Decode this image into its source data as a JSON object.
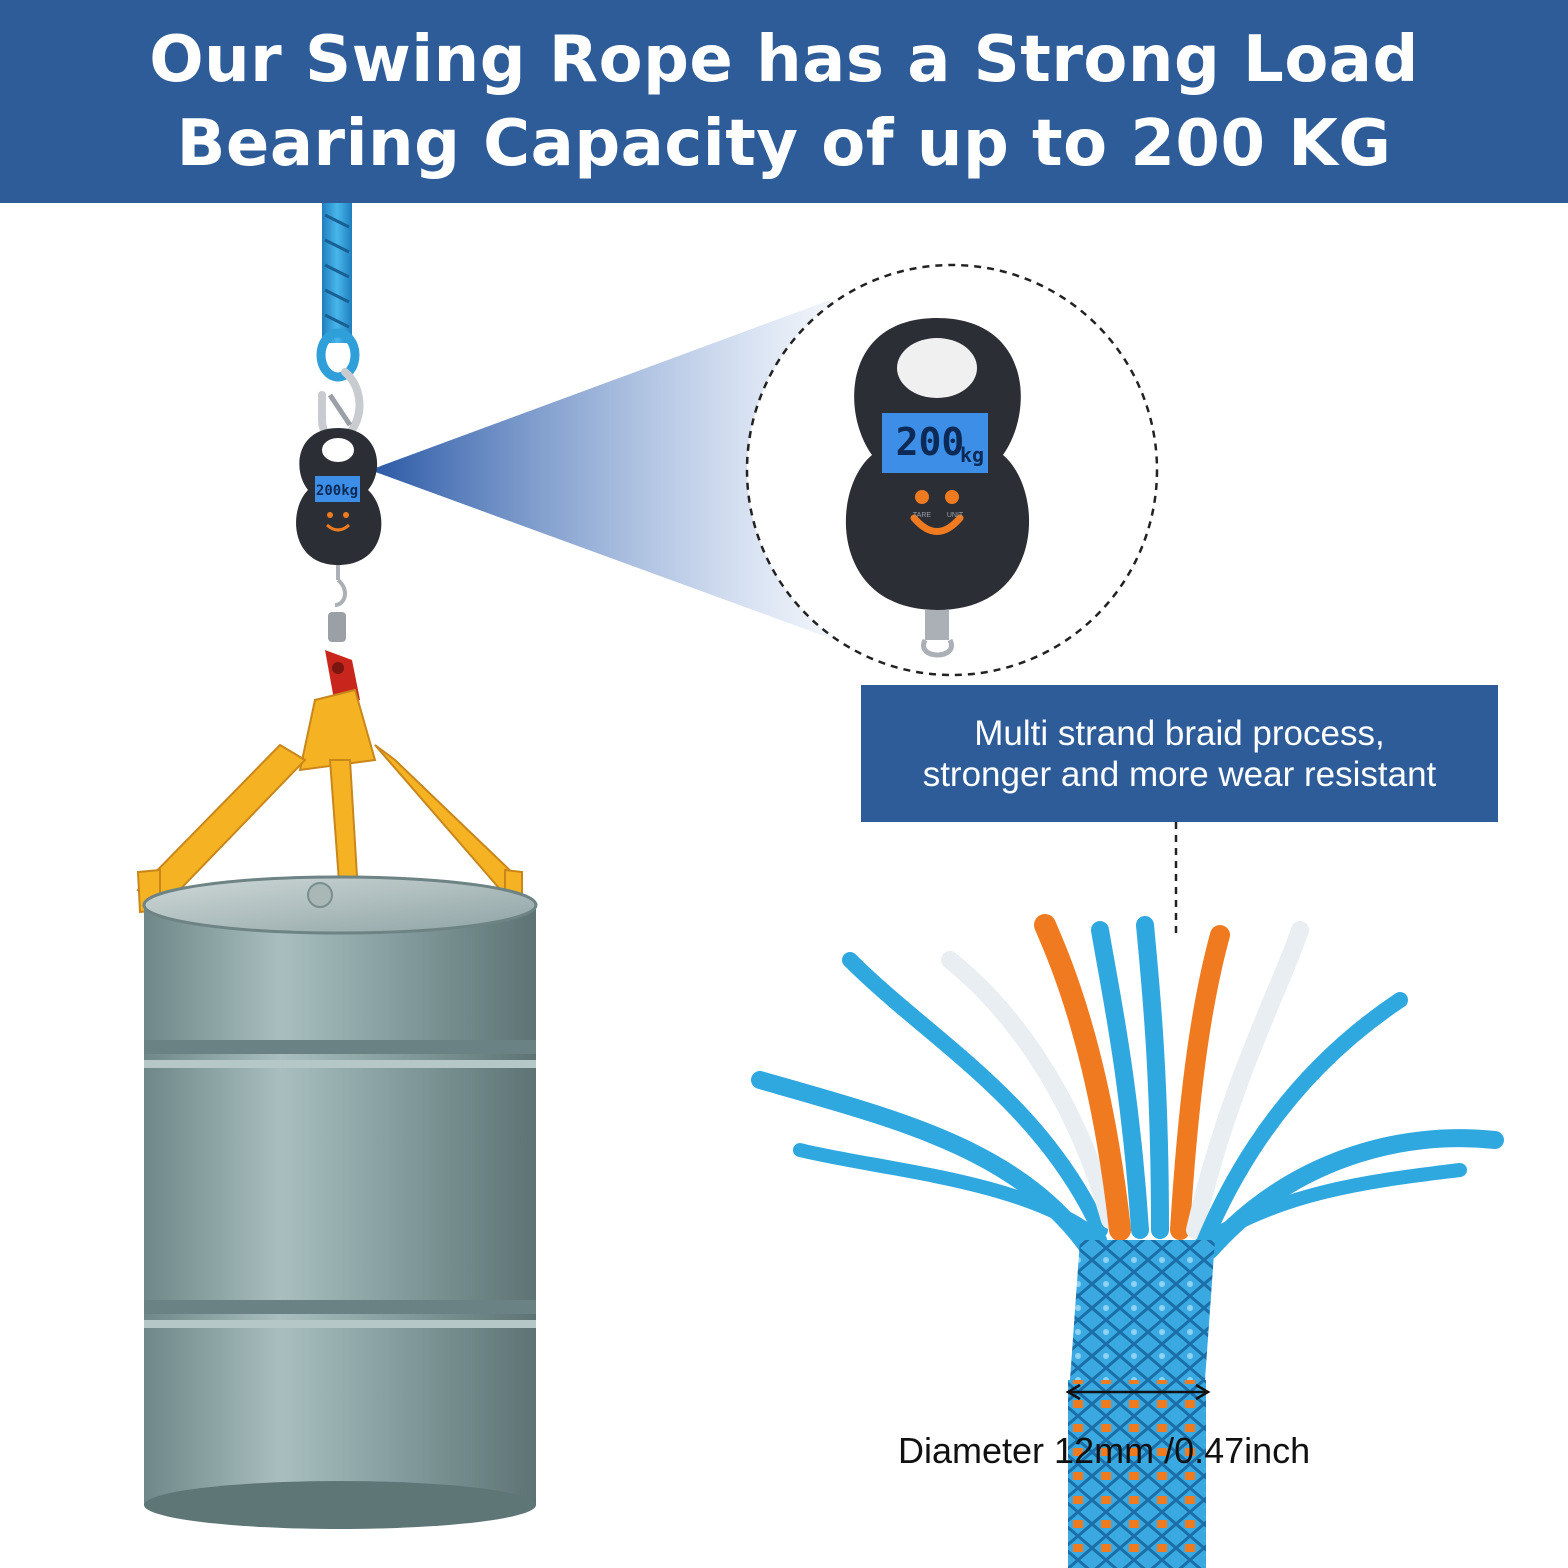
{
  "banner": {
    "title_line1": "Our Swing Rope has a Strong Load",
    "title_line2": "Bearing Capacity of up to 200 KG"
  },
  "scale": {
    "display_value": "200",
    "display_unit": "kg",
    "button_left": "TARE",
    "button_right": "UNIT"
  },
  "callout": {
    "line1": "Multi strand braid process,",
    "line2": "stronger and more wear resistant"
  },
  "rope_spec": {
    "diameter_label": "Diameter 12mm /0.47inch"
  },
  "colors": {
    "banner": "#2d5c98",
    "rope_blue": "#2fa8e0",
    "rope_orange": "#f07a20",
    "lcd": "#3c8ee6",
    "clamp_yellow": "#f5b324",
    "barrel": "#8fa7a8"
  }
}
